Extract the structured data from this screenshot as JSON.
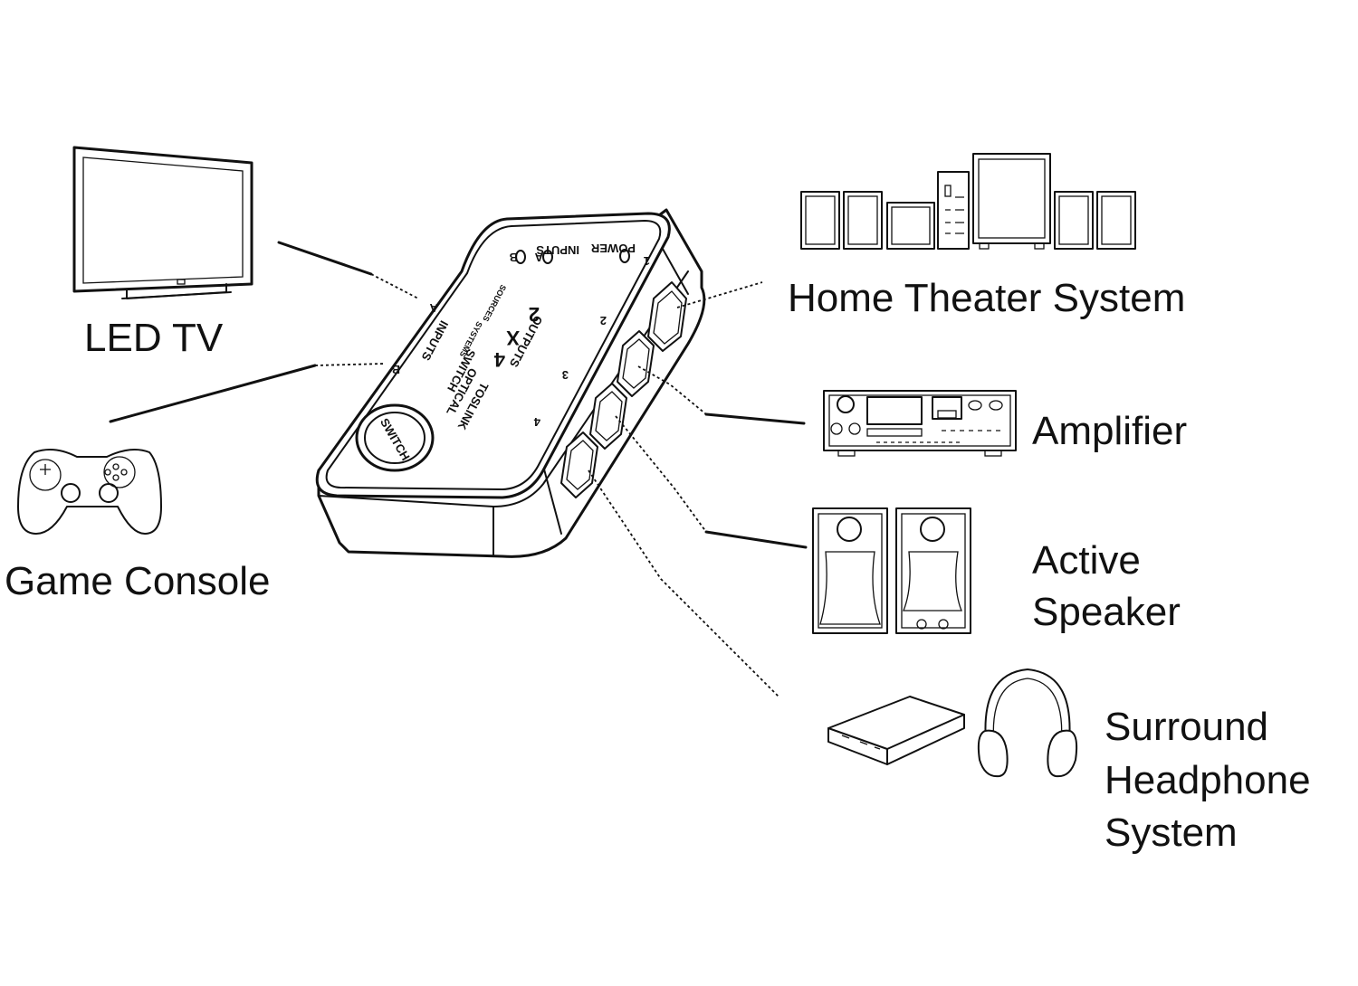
{
  "colors": {
    "ink": "#111111",
    "background": "#ffffff"
  },
  "devices": {
    "led_tv": "LED TV",
    "game_console": "Game Console",
    "home_theater": "Home Theater System",
    "amplifier": "Amplifier",
    "active_speaker_line1": "Active",
    "active_speaker_line2": "Speaker",
    "surround_line1": "Surround",
    "surround_line2": "Headphone",
    "surround_line3": "System"
  },
  "switch_box": {
    "power": "POWER",
    "inputs_indicator": "INPUTS",
    "led_a": "A",
    "led_b": "B",
    "outputs": "OUTPUTS",
    "matrix_2": "2",
    "matrix_x": "X",
    "matrix_4": "4",
    "sources": "SOURCES",
    "systems": "SYSTEMS",
    "toslink": "TOSLINK",
    "optical": "OPTICAL",
    "switch_text": "SWITCH",
    "inputs_label": "INPUTS",
    "input_a": "A",
    "input_b": "B",
    "port_1": "1",
    "port_2": "2",
    "port_3": "3",
    "port_4": "4",
    "switch_button": "SWITCH"
  }
}
